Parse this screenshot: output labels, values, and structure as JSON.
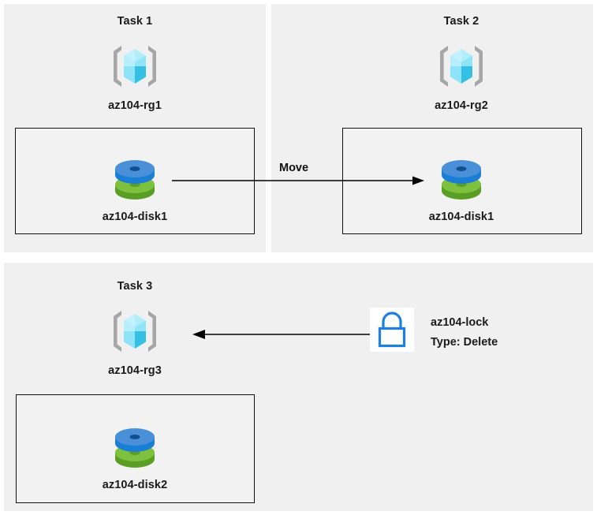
{
  "diagram": {
    "background_color": "#ffffff",
    "panel_color": "#f0f0f0",
    "box_border_color": "#111111",
    "text_color": "#1a1a1a"
  },
  "icons": {
    "resource_group": {
      "name": "resource-group-icon",
      "cube_light": "#9be8fb",
      "cube_mid": "#4fd9f5",
      "cube_dark": "#32bfe0",
      "bracket": "#a6a6a6"
    },
    "disk": {
      "name": "managed-disk-icon",
      "blue_top": "#4a90d9",
      "blue_side": "#1a7fd4",
      "green_top": "#7ec13f",
      "green_side": "#5a9e26"
    },
    "lock": {
      "name": "lock-icon",
      "stroke": "#1f7fe0",
      "plate": "#ffffff"
    }
  },
  "tasks": [
    {
      "id": "task1",
      "title": "Task 1",
      "resource_group": "az104-rg1",
      "resource": "az104-disk1"
    },
    {
      "id": "task2",
      "title": "Task 2",
      "resource_group": "az104-rg2",
      "resource": "az104-disk1"
    },
    {
      "id": "task3",
      "title": "Task 3",
      "resource_group": "az104-rg3",
      "resource": "az104-disk2"
    }
  ],
  "connectors": {
    "move": {
      "label": "Move",
      "from": "az104-disk1 (az104-rg1)",
      "to": "az104-disk1 (az104-rg2)",
      "direction": "right"
    },
    "lock_applied": {
      "from": "az104-lock",
      "to": "az104-rg3",
      "direction": "left"
    }
  },
  "lock": {
    "name": "az104-lock",
    "type": "Type: Delete"
  }
}
